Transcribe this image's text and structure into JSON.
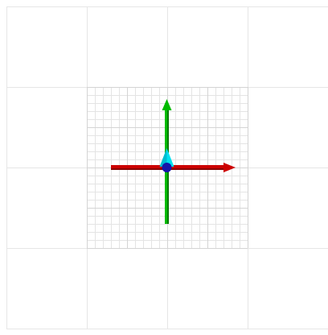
{
  "viewport": {
    "background": "#ffffff",
    "coarse_grid_color": "#e6e6e6",
    "fine_grid_color": "#e4e4e4",
    "medium_grid_color": "#d4d4d4"
  },
  "axes": {
    "x_axis": {
      "color": "#cc0000",
      "dark": "#8a0000",
      "icon": "x-axis-arrow"
    },
    "y_axis": {
      "color": "#00bb00",
      "dark": "#007a00",
      "icon": "y-axis-arrow"
    },
    "z_axis": {
      "color": "#00e0f0",
      "dark": "#0090a8",
      "icon": "z-axis-arrow"
    }
  },
  "origin": {
    "color": "#1515aa",
    "icon": "origin-sphere"
  }
}
